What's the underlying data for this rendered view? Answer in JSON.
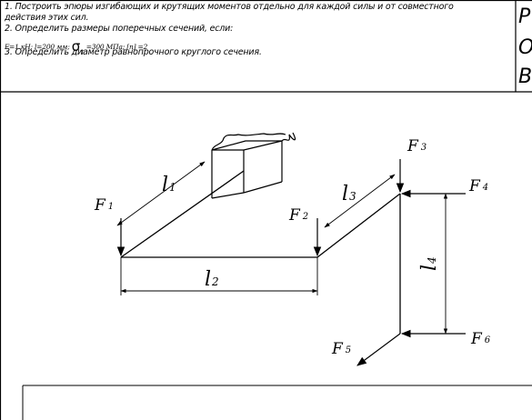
{
  "task": {
    "line1": "1. Построить эпюры изгибающих и крутящих моментов отдельно для каждой силы и от совместного",
    "line2": "действия этих сил.",
    "line3": "2. Определить размеры поперечных сечений, если:",
    "line4_params": "F=1 кН; l=200 мм;",
    "line4_sigma": "σ",
    "line4_sigma_sub": "т",
    "line4_sigma_value": "=300 МПа;  [n] =2",
    "line5": "3. Определить диаметр равнопрочного круглого сечения."
  },
  "side_letters": [
    "Р",
    "О",
    "В."
  ],
  "diagram": {
    "forces": [
      {
        "label": "F",
        "index": "1"
      },
      {
        "label": "F",
        "index": "2"
      },
      {
        "label": "F",
        "index": "3"
      },
      {
        "label": "F",
        "index": "4"
      },
      {
        "label": "F",
        "index": "5"
      },
      {
        "label": "F",
        "index": "6"
      }
    ],
    "lengths": [
      {
        "label": "l",
        "index": "1"
      },
      {
        "label": "l",
        "index": "2"
      },
      {
        "label": "l",
        "index": "3"
      },
      {
        "label": "l",
        "index": "4"
      }
    ]
  }
}
